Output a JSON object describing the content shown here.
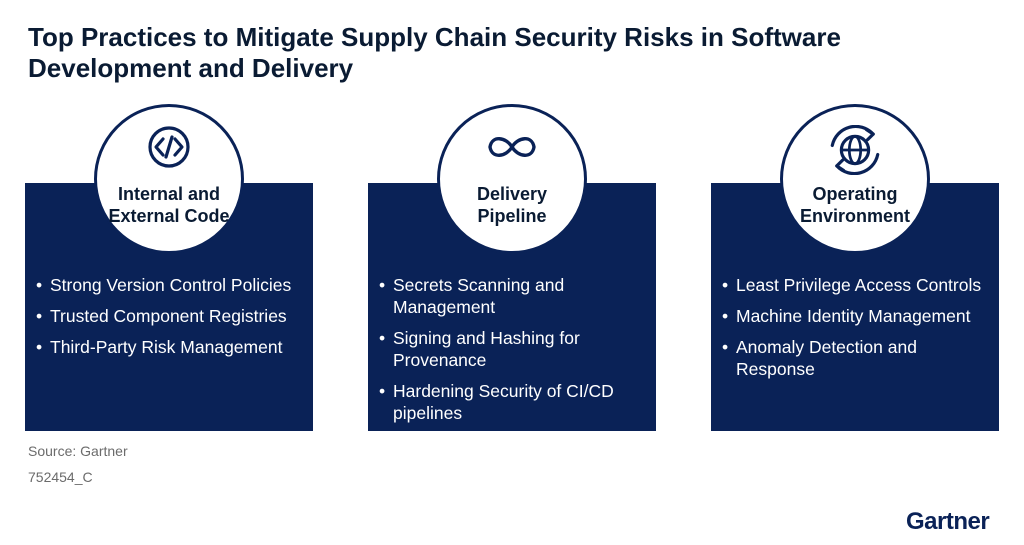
{
  "title": "Top Practices to Mitigate Supply Chain Security Risks in Software Development and Delivery",
  "columns": [
    {
      "icon": "code-icon",
      "heading": "Internal and External Code",
      "items": [
        "Strong Version Control Policies",
        "Trusted Component Registries",
        "Third-Party Risk Management"
      ]
    },
    {
      "icon": "infinity-icon",
      "heading": "Delivery Pipeline",
      "items": [
        "Secrets Scanning and Management",
        "Signing and Hashing for Provenance",
        "Hardening Security of CI/CD pipelines"
      ]
    },
    {
      "icon": "globe-cycle-icon",
      "heading": "Operating Environment",
      "items": [
        "Least Privilege Access Controls",
        "Machine Identity Management",
        "Anomaly Detection and Response"
      ]
    }
  ],
  "source": "Source: Gartner",
  "figure_id": "752454_C",
  "logo": "Gartner",
  "colors": {
    "card_background": "#0a2257",
    "title_text": "#0a1b33",
    "muted_text": "#6b6b6b"
  }
}
